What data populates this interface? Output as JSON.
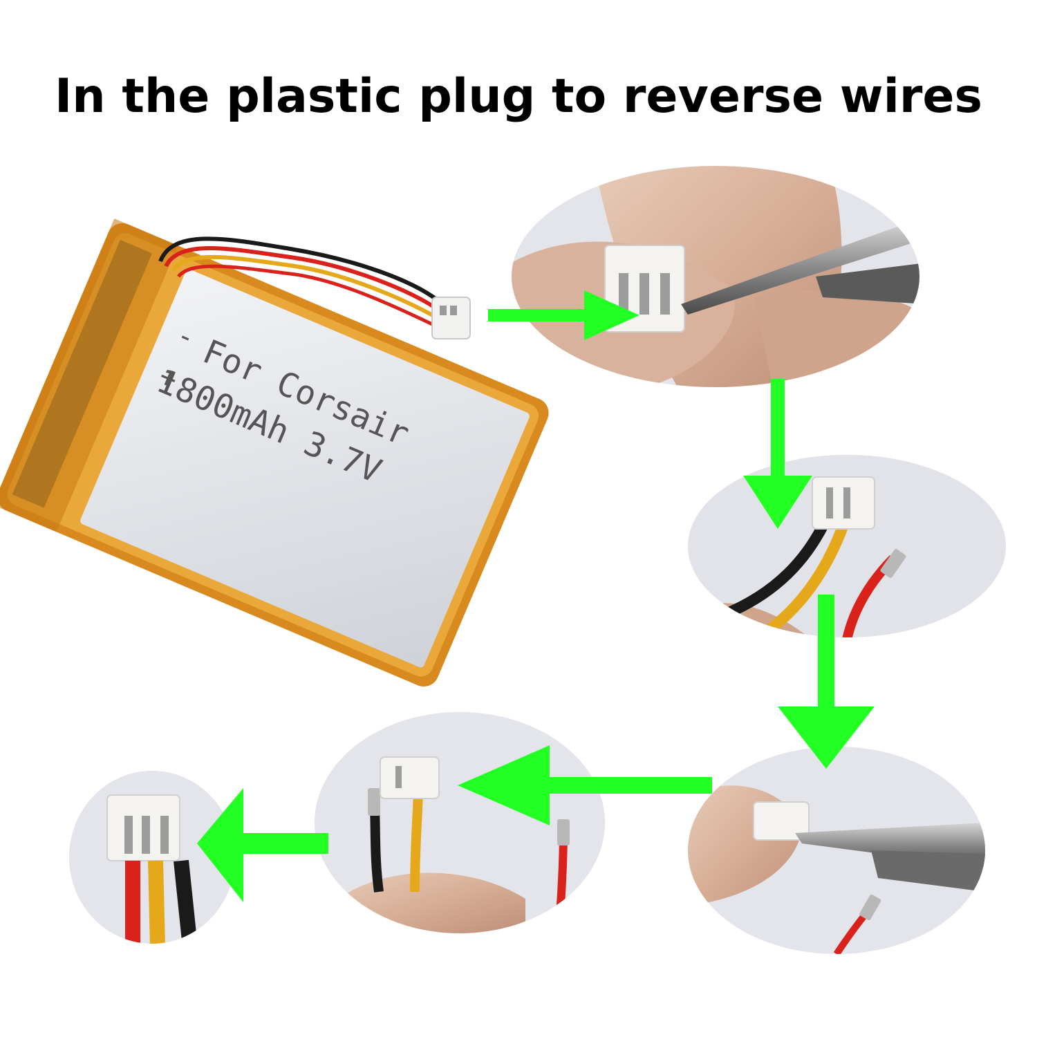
{
  "title": "In the plastic plug to reverse wires",
  "battery": {
    "label_line1": "For Corsair",
    "label_line2": "1800mAh 3.7V",
    "sign_negative": "-",
    "sign_positive": "+"
  },
  "colors": {
    "arrow": "#22ff22",
    "wire_black": "#1a1a1a",
    "wire_red": "#d9221c",
    "wire_yellow": "#e5a81b",
    "battery_body": "#e8a030",
    "battery_label": "#e4e6ea",
    "connector": "#f2f2f0",
    "skin": "#d9b7a3"
  },
  "steps": [
    {
      "id": 1,
      "icon": "connector-pliers-photo"
    },
    {
      "id": 2,
      "icon": "connector-wire-removed-photo"
    },
    {
      "id": 3,
      "icon": "pliers-tab-photo"
    },
    {
      "id": 4,
      "icon": "wires-separated-photo"
    },
    {
      "id": 5,
      "icon": "connector-reassembled-photo"
    }
  ]
}
